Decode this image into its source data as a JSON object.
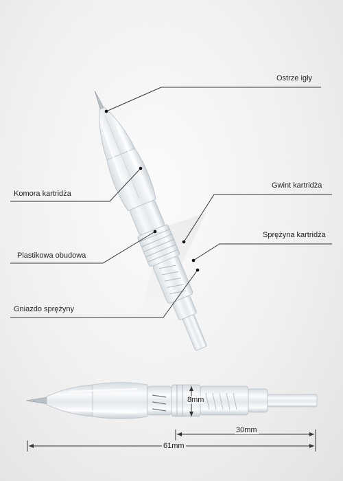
{
  "labels": {
    "needle_tip": "Ostrze igły",
    "chamber": "Komora kartridża",
    "thread": "Gwint kartridża",
    "spring": "Sprężyna kartridża",
    "housing": "Plastikowa obudowa",
    "spring_socket": "Gniazdo sprężyny"
  },
  "dimensions": {
    "diameter": "8mm",
    "partial_length": "30mm",
    "total_length": "61mm"
  },
  "colors": {
    "leader_line": "#333333",
    "cartridge_body": "#e9eef1",
    "background": "#f0f0f0"
  }
}
